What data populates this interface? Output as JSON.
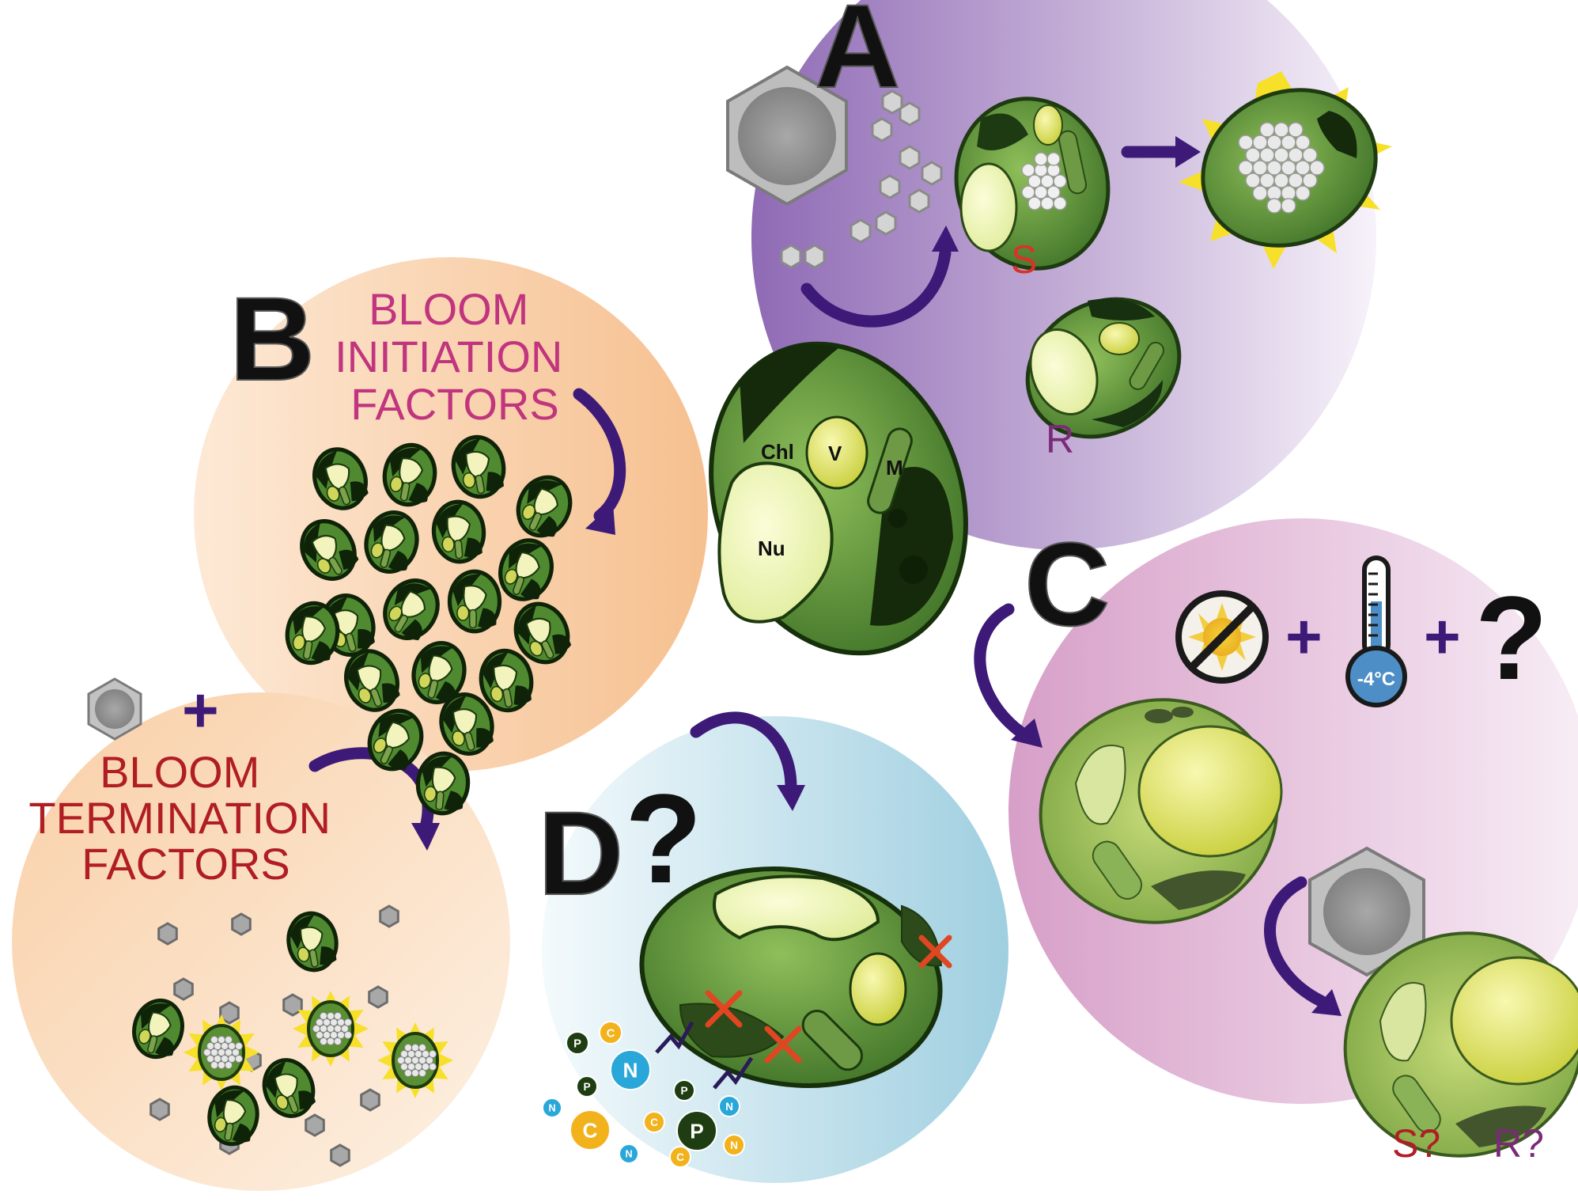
{
  "panels": {
    "a": {
      "letter": "A",
      "sensitive": "S",
      "resistant": "R"
    },
    "b": {
      "letter": "B",
      "initiation": [
        "BLOOM",
        "INITIATION",
        "FACTORS"
      ]
    },
    "c": {
      "letter": "C",
      "temperature": "-4°C",
      "question": "?",
      "plus": "+",
      "sensitive_q": "S?",
      "resistant_q": "R?"
    },
    "d": {
      "letter": "D",
      "question": "?"
    },
    "e": {
      "plus": "+",
      "termination": [
        "BLOOM",
        "TERMINATION",
        "FACTORS"
      ]
    }
  },
  "organelles": {
    "chl": "Chl",
    "v": "V",
    "m": "M",
    "nu": "Nu"
  },
  "nutrients": [
    "P",
    "C",
    "N",
    "N",
    "P",
    "P",
    "N",
    "C",
    "C",
    "P",
    "N",
    "C",
    "N"
  ],
  "colors": {
    "arrow": "#3d1a78",
    "red_text": "#b01e24",
    "purple_text": "#7a2a78",
    "pink_text": "#c0357e",
    "purple_panel": "#8f6ab5",
    "orange_panel": "#f7c79b",
    "blue_panel": "#a9d4e2",
    "pink_panel": "#d9a6cc",
    "cell_green": "#3f7a2a",
    "nutrient_yellow": "#f2b21c",
    "nutrient_blue": "#2aa7d9",
    "nutrient_dark": "#1f3d12"
  }
}
